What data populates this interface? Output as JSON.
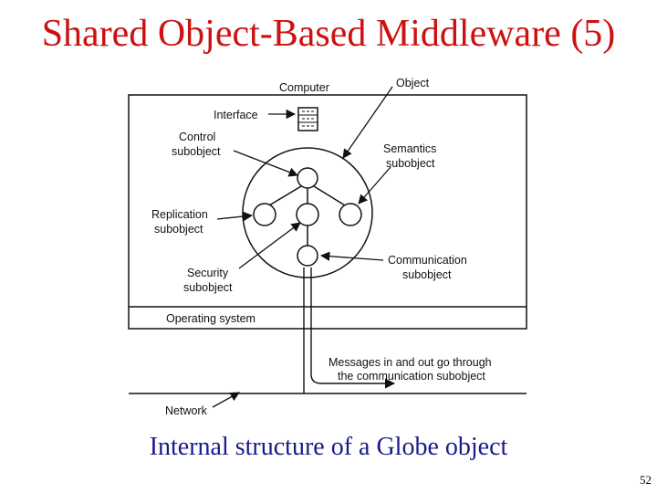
{
  "slide": {
    "title": "Shared Object-Based Middleware (5)",
    "caption": "Internal structure of a Globe object",
    "page_number": "52"
  },
  "diagram": {
    "labels": {
      "computer": "Computer",
      "object": "Object",
      "interface": "Interface",
      "control_1": "Control",
      "control_2": "subobject",
      "semantics_1": "Semantics",
      "semantics_2": "subobject",
      "replication_1": "Replication",
      "replication_2": "subobject",
      "communication_1": "Communication",
      "communication_2": "subobject",
      "security_1": "Security",
      "security_2": "subobject",
      "operating_system": "Operating system",
      "messages_1": "Messages in and out go through",
      "messages_2": "the communication subobject",
      "network": "Network"
    }
  },
  "colors": {
    "title": "#cc1111",
    "caption": "#1a1a8c"
  }
}
